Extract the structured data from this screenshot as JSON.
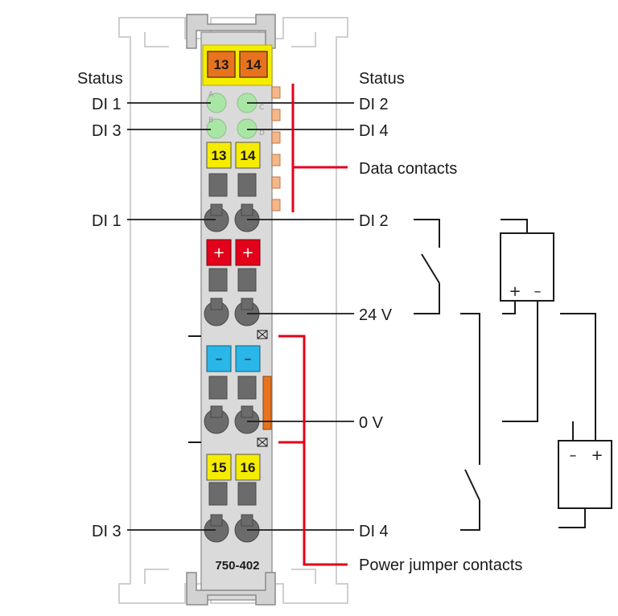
{
  "labels": {
    "status_left": "Status",
    "status_right": "Status",
    "di1_led": "DI 1",
    "di2_led": "DI 2",
    "di3_led": "DI 3",
    "di4_led": "DI 4",
    "data_contacts": "Data contacts",
    "di1_terminal": "DI 1",
    "di2_terminal": "DI 2",
    "v24": "24 V",
    "v0": "0 V",
    "di3_terminal": "DI 3",
    "di4_terminal": "DI 4",
    "power_jumper_contacts": "Power jumper contacts"
  },
  "module": {
    "top_markers": [
      "13",
      "14"
    ],
    "led_letters": [
      "A",
      "C",
      "B",
      "D"
    ],
    "row1_markers": [
      "13",
      "14"
    ],
    "plus_markers": [
      "+",
      "+"
    ],
    "minus_markers": [
      "–",
      "–"
    ],
    "row4_markers": [
      "15",
      "16"
    ],
    "part_number": "750-402"
  },
  "circuit": {
    "supply_top_signs": [
      "+",
      "–"
    ],
    "supply_bottom_signs": [
      "–",
      "+"
    ]
  },
  "colors": {
    "orange_marker": "#e8731e",
    "yellow_marker": "#f5ec00",
    "red_marker": "#e3001b",
    "blue_marker": "#29b6e8",
    "led_green": "#a9e6a6",
    "red_bracket": "#e3001b",
    "housing": "#d7d7d7"
  }
}
